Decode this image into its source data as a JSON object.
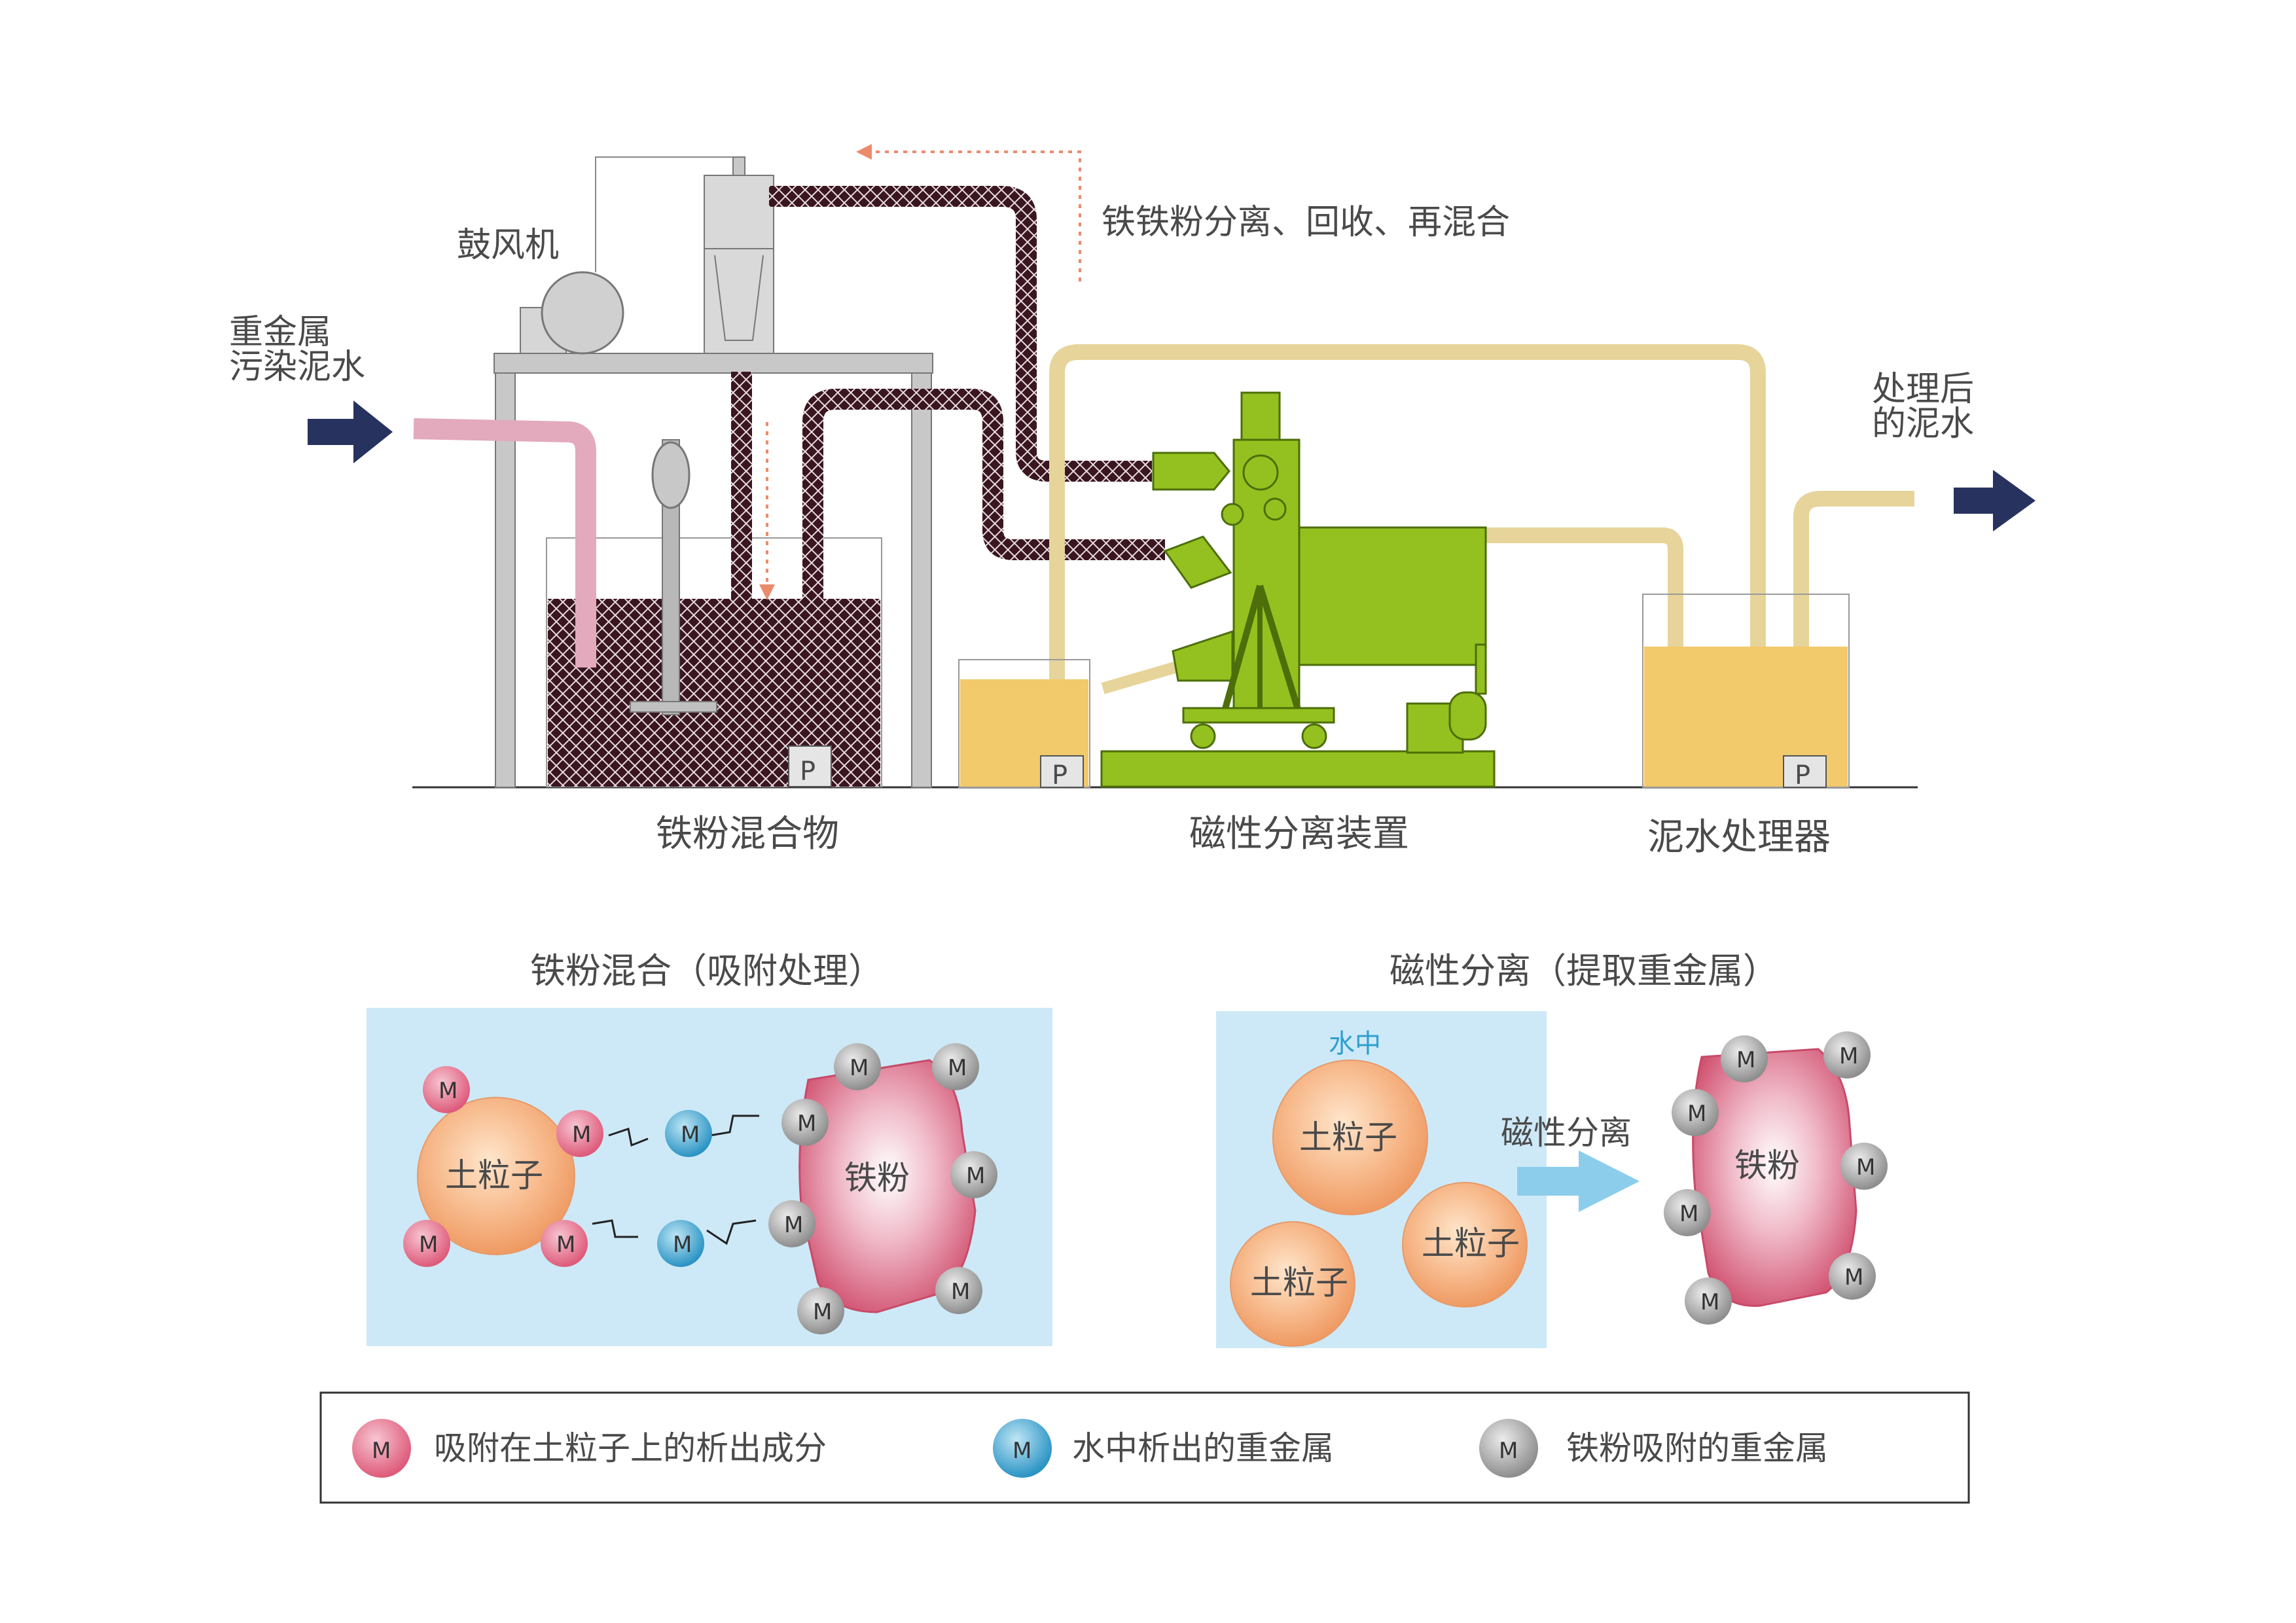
{
  "process": {
    "blower_label": "鼓风机",
    "input_label_line1": "重金属",
    "input_label_line2": "污染泥水",
    "output_label_line1": "处理后",
    "output_label_line2": "的泥水",
    "recycle_label": "铁铁粉分离、回收、再混合",
    "pump_letter": "P",
    "stations": [
      "铁粉混合物",
      "磁性分离装置",
      "泥水处理器"
    ]
  },
  "panel_mixing": {
    "title": "铁粉混合（吸附处理）",
    "soil_label": "土粒子",
    "iron_label": "铁粉",
    "marker_letter": "M"
  },
  "panel_separation": {
    "title": "磁性分离（提取重金属）",
    "water_label": "水中",
    "soil_label": "土粒子",
    "arrow_label": "磁性分离",
    "iron_label": "铁粉"
  },
  "legend": {
    "items": [
      {
        "letter": "M",
        "color": "#e5607e",
        "text": "吸附在土粒子上的析出成分"
      },
      {
        "letter": "M",
        "color": "#2f9fcf",
        "text": "水中析出的重金属"
      },
      {
        "letter": "M",
        "color": "#9a9a9a",
        "text": "铁粉吸附的重金属"
      }
    ]
  },
  "colors": {
    "arrow_navy": "#27325f",
    "pink_pipe": "#e3a9bd",
    "tan_pipe": "#e6d49a",
    "machine_green": "#94c11f",
    "yellow_liquid": "#f2c96b",
    "light_blue": "#cde9f7",
    "recycle_orange": "#ec8a6c"
  }
}
